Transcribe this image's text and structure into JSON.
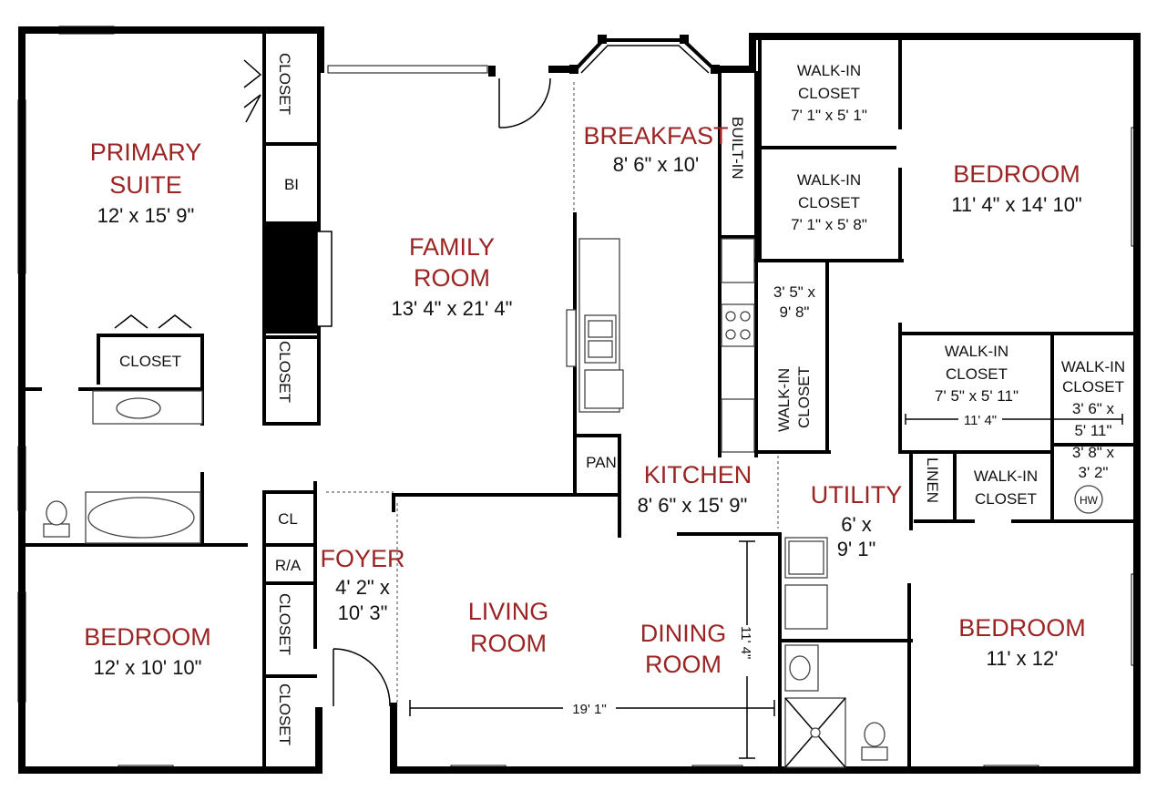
{
  "rooms": {
    "primary_suite": {
      "name_1": "PRIMARY",
      "name_2": "SUITE",
      "dims": "12' x 15' 9\""
    },
    "family_room": {
      "name_1": "FAMILY",
      "name_2": "ROOM",
      "dims": "13' 4\" x 21' 4\""
    },
    "breakfast": {
      "name": "BREAKFAST",
      "dims": "8' 6\" x 10'"
    },
    "bedroom_ne": {
      "name": "BEDROOM",
      "dims": "11' 4\" x 14' 10\""
    },
    "bedroom_sw": {
      "name": "BEDROOM",
      "dims": "12' x 10' 10\""
    },
    "bedroom_se": {
      "name": "BEDROOM",
      "dims": "11' x 12'"
    },
    "kitchen": {
      "name": "KITCHEN",
      "dims": "8' 6\" x 15' 9\""
    },
    "utility": {
      "name": "UTILITY",
      "dims_1": "6' x",
      "dims_2": "9' 1\""
    },
    "foyer": {
      "name": "FOYER",
      "dims_1": "4' 2\" x",
      "dims_2": "10' 3\""
    },
    "living_room": {
      "name_1": "LIVING",
      "name_2": "ROOM"
    },
    "dining_room": {
      "name_1": "DINING",
      "name_2": "ROOM"
    }
  },
  "small_spaces": {
    "closet_top": "CLOSET",
    "bi": "BI",
    "closet_mid": "CLOSET",
    "closet_primary": "CLOSET",
    "cl": "CL",
    "ra": "R/A",
    "closet_foyer_1": "CLOSET",
    "closet_foyer_2": "CLOSET",
    "built_in": "BUILT-IN",
    "pan": "PAN",
    "linen": "LINEN",
    "hw": "HW",
    "walkin_label_1": "WALK-IN",
    "walkin_label_2": "CLOSET",
    "walkin_1_dims": "7' 1\" x 5' 1\"",
    "walkin_2_dims": "7' 1\" x 5' 8\"",
    "walkin_kitchen_dims_1": "3' 5\" x",
    "walkin_kitchen_dims_2": "9' 8\"",
    "walkin_kitchen_label": "WALK-IN",
    "walkin_kitchen_label_2": "CLOSET",
    "walkin_3_dims": "7' 5\" x 5' 11\"",
    "walkin_4_dims_1": "3' 6\" x",
    "walkin_4_dims_2": "5' 11\"",
    "walkin_5_dims_1": "3' 8\" x",
    "walkin_5_dims_2": "3' 2\"",
    "walkin_6_label_1": "WALK-IN",
    "walkin_6_label_2": "CLOSET"
  },
  "measurements": {
    "living_width": "19' 1\"",
    "dining_height": "11' 4\"",
    "closets_width": "11' 4\""
  }
}
